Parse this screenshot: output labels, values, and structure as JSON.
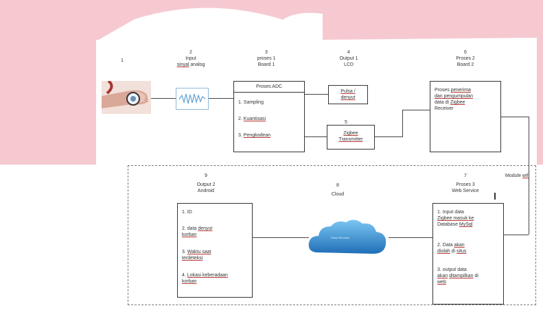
{
  "blocks": {
    "b1": {
      "num": "1"
    },
    "b2": {
      "num": "2",
      "line1": "Input",
      "line2a": "sinyal",
      "line2b": " analog"
    },
    "b3": {
      "num": "3",
      "line1": "proses 1",
      "line2": "Board 1",
      "title": "Proses ADC",
      "items": [
        "1. Sampling",
        "2. Kuantisasi",
        "3. Pengkodean"
      ]
    },
    "b4": {
      "num": "4",
      "line1": "Output 1",
      "line2": "LCD",
      "box_a": "Pulsa /",
      "box_b": "denyut"
    },
    "b5": {
      "num": "5",
      "box_a": "Zigbee",
      "box_b": "Transmitter"
    },
    "b6": {
      "num": "6",
      "line1": "Proses 2",
      "line2": "Board 2",
      "t1": "Proses ",
      "t1u": "penerima",
      "t2u": "dan pengumpulan",
      "t3": "data di ",
      "t3u": "Zigbee",
      "t4": "Receiver"
    },
    "b7": {
      "num": "7",
      "line1": "Proses 3",
      "line2": "Web Service",
      "i1a": "1. Input data",
      "i1b": "Zigbee masuk ke",
      "i1c": "Database ",
      "i1d": "MySql",
      "i2a": "2. Data ",
      "i2b": "akan",
      "i2c": "diolah",
      "i2d": " di ",
      "i2e": "situs",
      "i3a": "3. output data",
      "i3b": "akan",
      "i3c": " ",
      "i3d": "ditampilkan",
      "i3e": " di",
      "i3f": "web"
    },
    "b8": {
      "num": "8",
      "line1": "Cloud",
      "cloud_text": "Cloud Services"
    },
    "b9": {
      "num": "9",
      "line1": "Output 2",
      "line2": "Android",
      "i1": "1. ID",
      "i2a": "2. data ",
      "i2b": "denyut",
      "i2c": "korban",
      "i3a": "3. ",
      "i3b": "Waktu saat",
      "i3c": "terdeteksi",
      "i4a": "4. ",
      "i4b": "Lokasi keberadaan",
      "i4c": "korban"
    }
  },
  "module_label_a": "Module ",
  "module_label_b": "wifi",
  "colors": {
    "pink_bg": "#f5c7cf",
    "line": "#444444",
    "cloud": "#2e8fd8"
  }
}
